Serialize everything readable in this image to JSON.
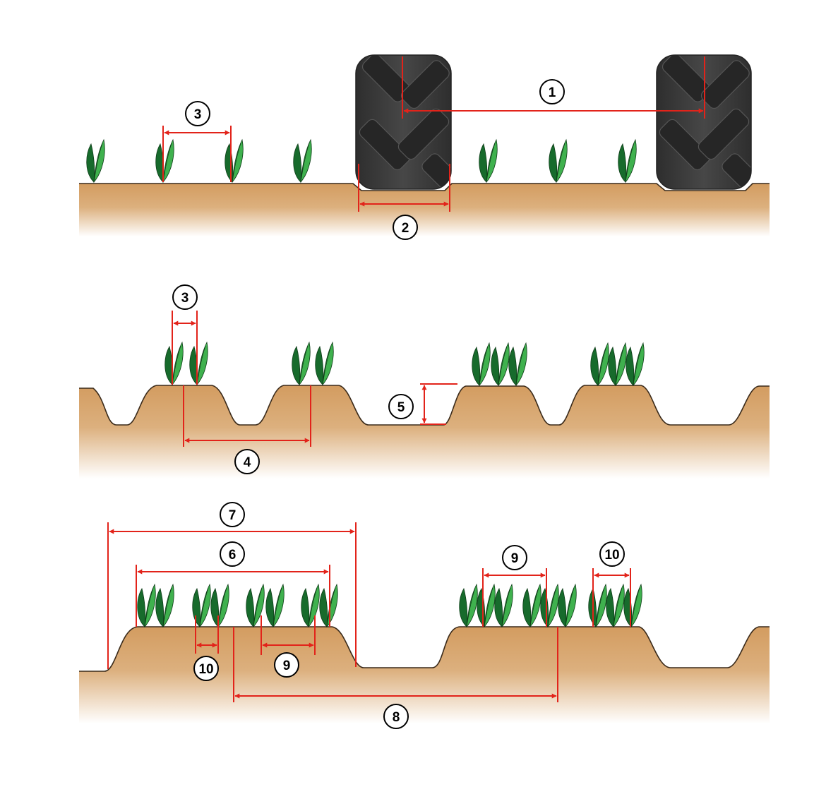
{
  "colors": {
    "soil_top": "#d39c60",
    "soil_fade": "#ffffff",
    "plant_dark": "#176b2c",
    "plant_light": "#3fb14e",
    "tire": "#3a3a3a",
    "tread": "#2a2a2a",
    "dimension": "#e2231a",
    "badge_fill": "#ffffff",
    "badge_stroke": "#000000"
  },
  "labels": {
    "p1_wheel_track": "1",
    "p1_tire_width": "2",
    "p1_plant_spacing": "3",
    "p2_plant_spacing": "3",
    "p2_row_spacing": "4",
    "p2_ridge_height": "5",
    "p3_bed_top_width": "6",
    "p3_bed_base_width": "7",
    "p3_bed_spacing": "8",
    "p3_row_spacing_a": "9",
    "p3_row_spacing_b": "9",
    "p3_twin_spacing_a": "10",
    "p3_twin_spacing_b": "10"
  }
}
